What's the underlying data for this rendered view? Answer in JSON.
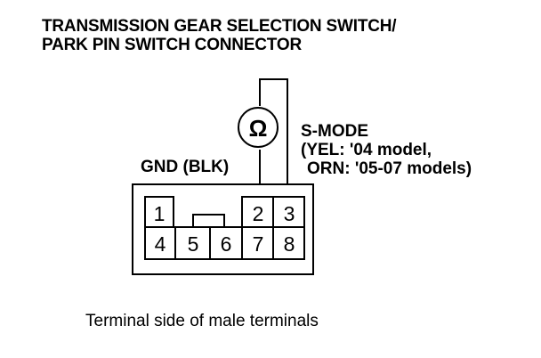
{
  "title": {
    "line1": "TRANSMISSION GEAR SELECTION SWITCH/",
    "line2": "PARK PIN SWITCH CONNECTOR"
  },
  "meter": {
    "symbol": "Ω"
  },
  "labels": {
    "gnd": "GND (BLK)",
    "smode_line1": "S-MODE",
    "smode_line2": "(YEL: '04 model,",
    "smode_line3": "ORN: '05-07 models)"
  },
  "connector": {
    "pins_top": [
      "1",
      "2",
      "3"
    ],
    "pins_bottom": [
      "4",
      "5",
      "6",
      "7",
      "8"
    ]
  },
  "caption": "Terminal side of male terminals",
  "colors": {
    "ink": "#000000",
    "background": "#ffffff"
  }
}
